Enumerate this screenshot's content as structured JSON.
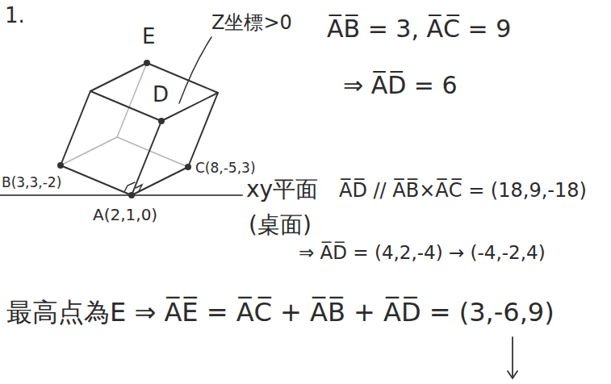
{
  "diagram": {
    "labels": [
      "1.",
      "E",
      "D",
      "Z坐標>0",
      "B(3,3,-2)",
      "C(8,-5,3)",
      "A(2,1,0)",
      "xy平面",
      "(桌面)",
      "A̅B̅ = 3, A̅C̅ = 9",
      "⇒ A̅D̅ = 6",
      "A̅D̅ // A̅B̅×A̅C̅ = (18,9,-18)",
      "⇒ A̅D̅ = (4,2,-4) → (-4,-2,4)",
      "最高点為E ⇒ A̅E̅ = A̅C̅ + A̅B̅ + A̅D̅ = (3,-6,9)"
    ]
  }
}
